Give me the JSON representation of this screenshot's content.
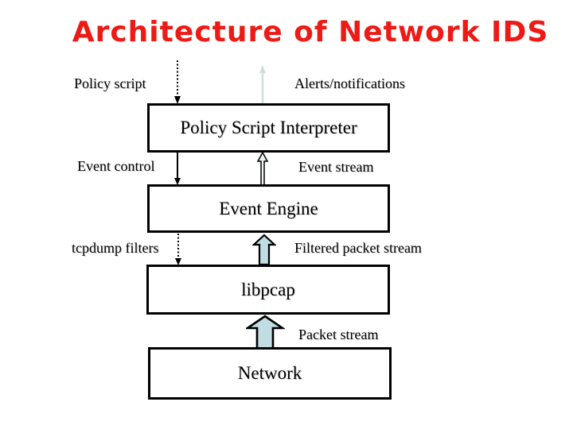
{
  "slide": {
    "title": "Architecture of Network IDS",
    "title_color": "#ed1a16",
    "background_color": "#ffffff"
  },
  "diagram": {
    "boxes": [
      {
        "label": "Policy Script Interpreter"
      },
      {
        "label": "Event Engine"
      },
      {
        "label": "libpcap"
      },
      {
        "label": "Network"
      }
    ],
    "labels": {
      "policy_script": "Policy script",
      "alerts": "Alerts/notifications",
      "event_control": "Event control",
      "event_stream": "Event stream",
      "tcpdump_filters": "tcpdump filters",
      "filtered_packet_stream": "Filtered packet stream",
      "packet_stream": "Packet stream"
    },
    "arrows": [
      {
        "name": "policy-script-down-arrow",
        "style": "dotted-line",
        "direction": "down",
        "color": "#000000"
      },
      {
        "name": "alerts-up-arrow",
        "style": "thin-line",
        "direction": "up",
        "color": "#cddede"
      },
      {
        "name": "event-control-down-arrow",
        "style": "solid-line",
        "direction": "down",
        "color": "#000000"
      },
      {
        "name": "event-stream-up-arrow",
        "style": "outlined-narrow",
        "direction": "up",
        "fill": "#eef4f4",
        "stroke": "#000000"
      },
      {
        "name": "filtered-packet-up-arrow",
        "style": "block",
        "direction": "up",
        "fill": "#bfdde2",
        "stroke": "#000000"
      },
      {
        "name": "packet-stream-up-arrow",
        "style": "block-large",
        "direction": "up",
        "fill": "#bfdde2",
        "stroke": "#000000"
      }
    ],
    "colors": {
      "box_border": "#000000",
      "box_fill": "#ffffff",
      "block_arrow_fill": "#bfdde2",
      "thin_arrow": "#cddede"
    }
  }
}
